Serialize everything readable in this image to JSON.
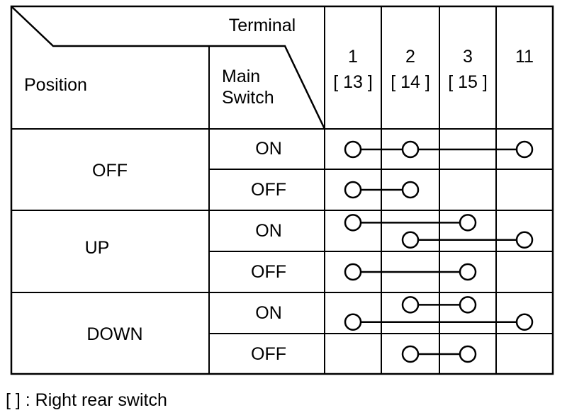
{
  "header": {
    "terminal_label": "Terminal",
    "position_label": "Position",
    "main_switch_line1": "Main",
    "main_switch_line2": "Switch"
  },
  "terminals": [
    {
      "id": "1",
      "right_rear": "[ 13 ]"
    },
    {
      "id": "2",
      "right_rear": "[ 14 ]"
    },
    {
      "id": "3",
      "right_rear": "[ 15 ]"
    },
    {
      "id": "11",
      "right_rear": ""
    }
  ],
  "positions": [
    {
      "name": "OFF",
      "rows": [
        {
          "main_switch": "ON",
          "links": [
            {
              "terminals": [
                "1",
                "2",
                "11"
              ]
            }
          ]
        },
        {
          "main_switch": "OFF",
          "links": [
            {
              "terminals": [
                "1",
                "2"
              ]
            }
          ]
        }
      ]
    },
    {
      "name": "UP",
      "rows": [
        {
          "main_switch": "ON",
          "links": [
            {
              "terminals": [
                "1",
                "3"
              ]
            },
            {
              "terminals": [
                "2",
                "11"
              ]
            }
          ]
        },
        {
          "main_switch": "OFF",
          "links": [
            {
              "terminals": [
                "1",
                "3"
              ]
            }
          ]
        }
      ]
    },
    {
      "name": "DOWN",
      "rows": [
        {
          "main_switch": "ON",
          "links": [
            {
              "terminals": [
                "2",
                "3"
              ]
            },
            {
              "terminals": [
                "1",
                "11"
              ]
            }
          ]
        },
        {
          "main_switch": "OFF",
          "links": [
            {
              "terminals": [
                "2",
                "3"
              ]
            }
          ]
        }
      ]
    }
  ],
  "footnote": "[    ] : Right rear switch"
}
